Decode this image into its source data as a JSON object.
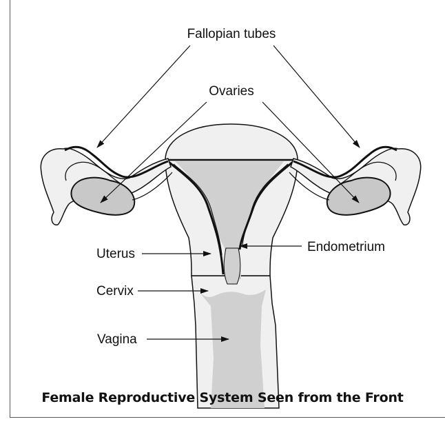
{
  "labels": {
    "fallopian_tubes": "Fallopian tubes",
    "ovaries": "Ovaries",
    "uterus": "Uterus",
    "endometrium": "Endometrium",
    "cervix": "Cervix",
    "vagina": "Vagina"
  },
  "caption": "Female Reproductive System Seen from the Front",
  "colors": {
    "tissue_light": "#f0f0f0",
    "tissue_gray": "#d0d0d0",
    "ovary_gray": "#c8c8c8",
    "outline": "#111111",
    "frame": "#555555"
  }
}
